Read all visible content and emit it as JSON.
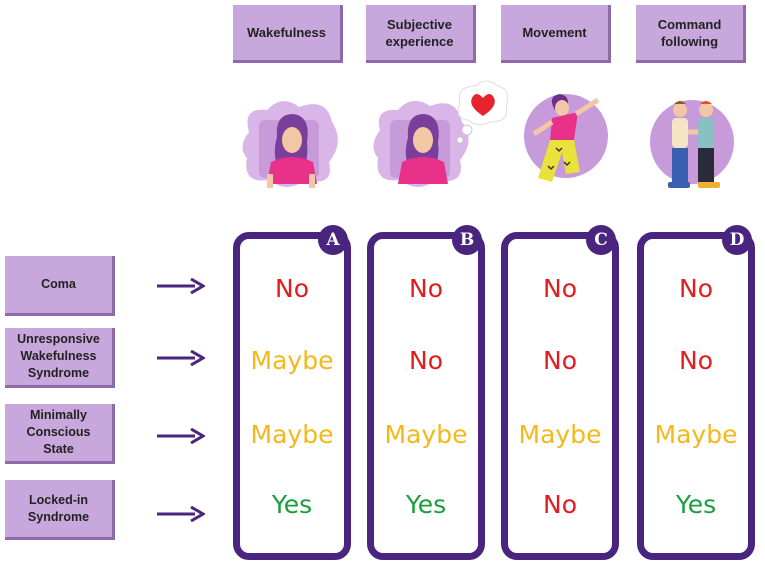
{
  "headers": [
    "Wakefulness",
    "Subjective experience",
    "Movement",
    "Command following"
  ],
  "columns": [
    {
      "badge": "A",
      "values": [
        "No",
        "Maybe",
        "Maybe",
        "Yes"
      ]
    },
    {
      "badge": "B",
      "values": [
        "No",
        "No",
        "Maybe",
        "Yes"
      ]
    },
    {
      "badge": "C",
      "values": [
        "No",
        "No",
        "Maybe",
        "No"
      ]
    },
    {
      "badge": "D",
      "values": [
        "No",
        "No",
        "Maybe",
        "Yes"
      ]
    }
  ],
  "rows": [
    "Coma",
    "Unresponsive Wakefulness Syndrome",
    "Minimally Conscious State",
    "Locked-in Syndrome"
  ],
  "colors": {
    "No": "#e21b1b",
    "Maybe": "#f5b71a",
    "Yes": "#1a9e3c",
    "frame": "#4a2580",
    "label_bg": "#c8a8dc"
  },
  "icons": [
    "sleeping-woman-icon",
    "dreaming-woman-heart-icon",
    "dancing-woman-icon",
    "handshake-people-icon"
  ]
}
